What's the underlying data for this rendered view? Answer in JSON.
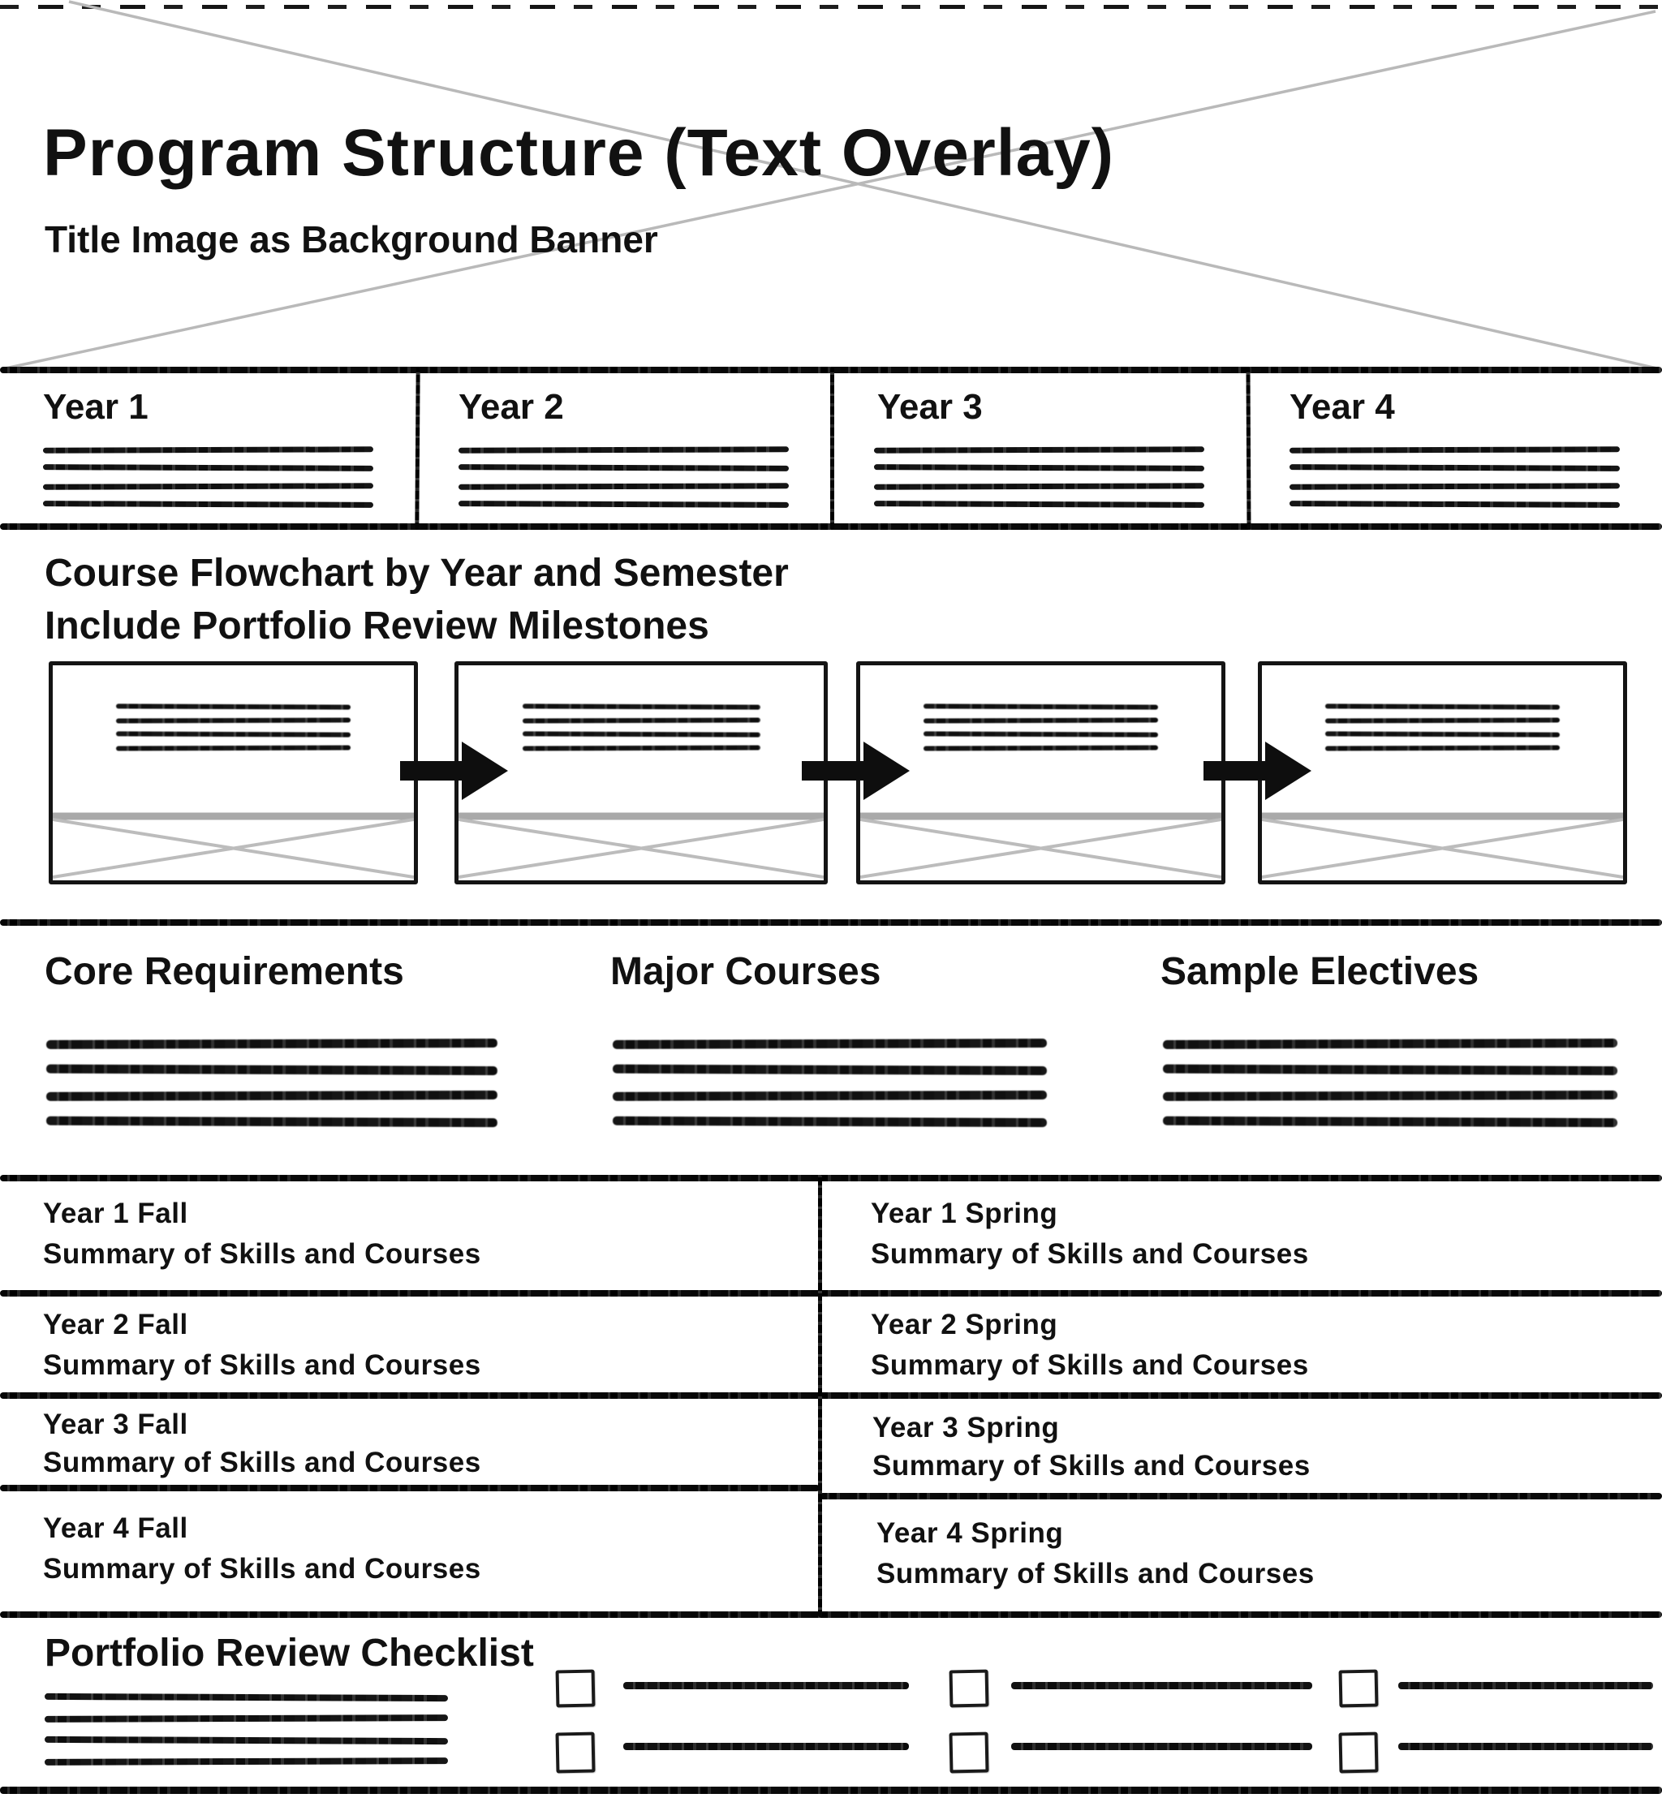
{
  "banner": {
    "title": "Program Structure (Text Overlay)",
    "subtitle": "Title Image as Background Banner"
  },
  "year_overview": {
    "columns": [
      {
        "label": "Year 1"
      },
      {
        "label": "Year 2"
      },
      {
        "label": "Year 3"
      },
      {
        "label": "Year 4"
      }
    ]
  },
  "flowchart": {
    "heading_line1": "Course Flowchart by Year and Semester",
    "heading_line2": "Include Portfolio Review Milestones"
  },
  "course_lists": {
    "columns": [
      {
        "heading": "Core Requirements"
      },
      {
        "heading": "Major Courses"
      },
      {
        "heading": "Sample Electives"
      }
    ]
  },
  "semester_table": {
    "rows": [
      {
        "fall_title": "Year 1 Fall",
        "fall_summary": "Summary of Skills and Courses",
        "spring_title": "Year 1 Spring",
        "spring_summary": "Summary of Skills and Courses"
      },
      {
        "fall_title": "Year 2 Fall",
        "fall_summary": "Summary of Skills and Courses",
        "spring_title": "Year 2 Spring",
        "spring_summary": "Summary of Skills and Courses"
      },
      {
        "fall_title": "Year 3 Fall",
        "fall_summary": "Summary of Skills and Courses",
        "spring_title": "Year 3 Spring",
        "spring_summary": "Summary of Skills and Courses"
      },
      {
        "fall_title": "Year 4 Fall",
        "fall_summary": "Summary of Skills and Courses",
        "spring_title": "Year 4 Spring",
        "spring_summary": "Summary of Skills and Courses"
      }
    ]
  },
  "checklist": {
    "heading": "Portfolio Review Checklist"
  },
  "colors": {
    "ink": "#111111",
    "placeholder_gray": "#b5b5b5",
    "arrow_black": "#0e0e0e"
  }
}
